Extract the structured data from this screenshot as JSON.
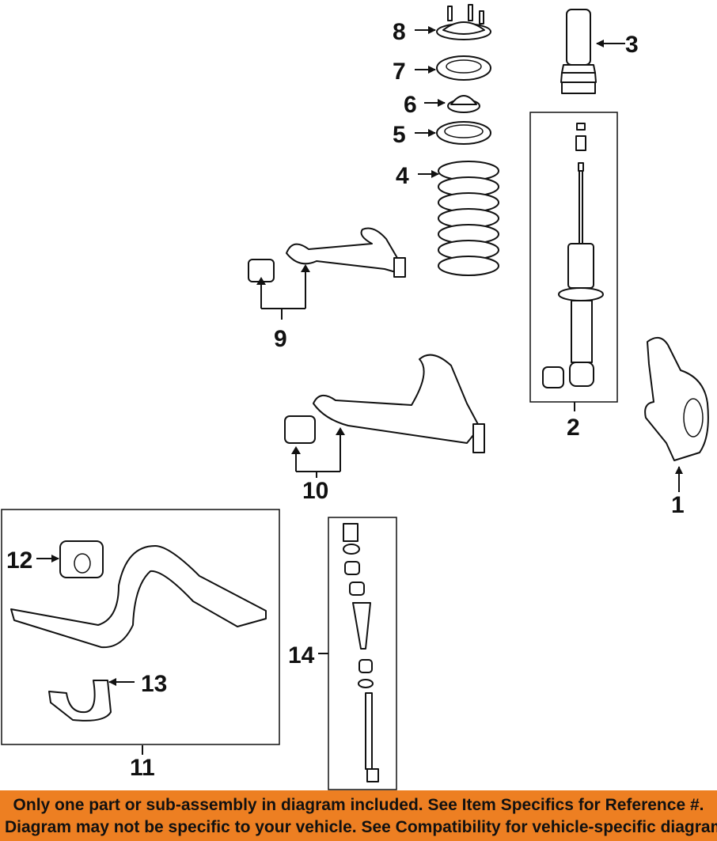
{
  "callouts": {
    "c1": "1",
    "c2": "2",
    "c3": "3",
    "c4": "4",
    "c5": "5",
    "c6": "6",
    "c7": "7",
    "c8": "8",
    "c9": "9",
    "c10": "10",
    "c11": "11",
    "c12": "12",
    "c13": "13",
    "c14": "14"
  },
  "notice": {
    "line1": "Only one part or sub-assembly in diagram included. See Item Specifics for Reference #.",
    "line2": "Diagram may not be specific to your vehicle. See Compatibility for vehicle-specific diagrams."
  },
  "colors": {
    "banner": "#ed7f22",
    "ink": "#111111"
  }
}
